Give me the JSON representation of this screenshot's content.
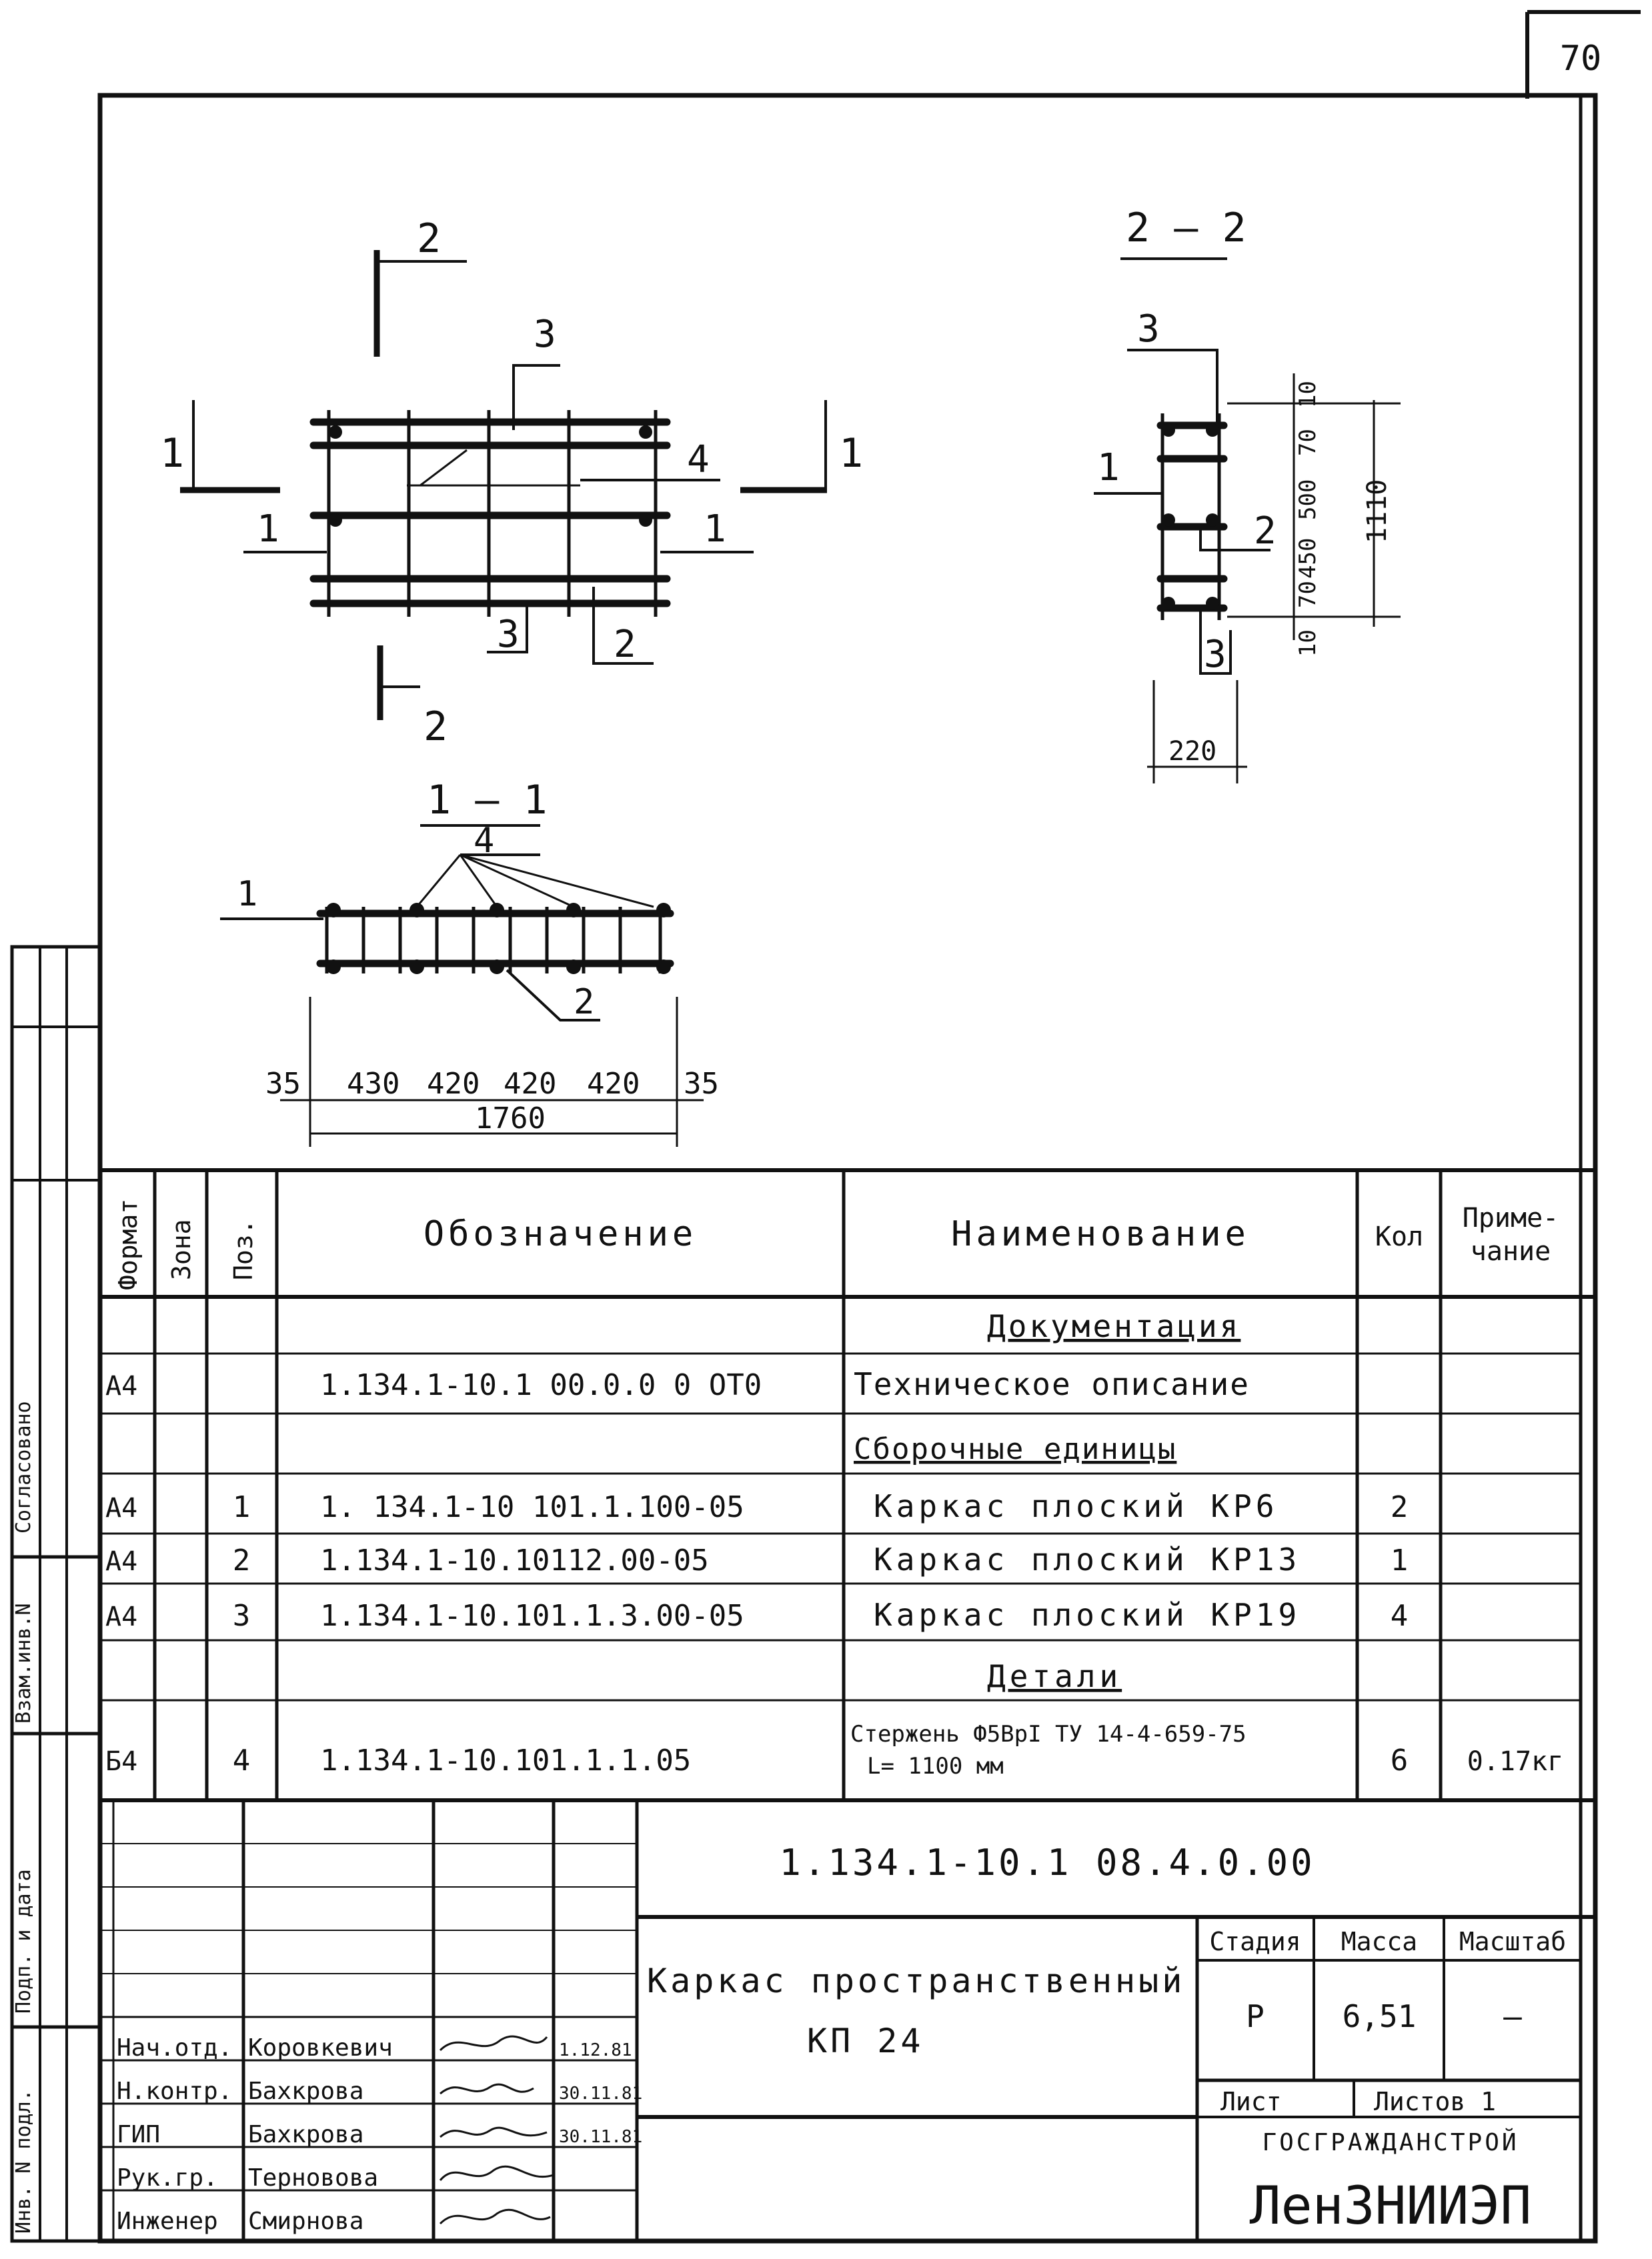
{
  "sheet": {
    "page_number": "70"
  },
  "drawing": {
    "plan": {
      "section_cut_top": "2",
      "section_cut_bottom": "2",
      "section_cut_left": "1",
      "section_cut_right": "1",
      "callout_3_top": "3",
      "callout_4": "4",
      "callout_1_left": "1",
      "callout_1_right": "1",
      "callout_3_bottom": "3",
      "callout_2": "2"
    },
    "section_2_2": {
      "title": "2 — 2",
      "callout_3_top": "3",
      "callout_1": "1",
      "callout_2": "2",
      "callout_3_bottom": "3",
      "dim_10_top": "10",
      "dim_70_top": "70",
      "dim_500": "500",
      "dim_450": "450",
      "dim_70_bottom": "70",
      "dim_10_bottom": "10",
      "dim_1110": "1110",
      "dim_220": "220"
    },
    "section_1_1": {
      "title": "1 — 1",
      "callout_4": "4",
      "callout_1": "1",
      "callout_2": "2",
      "dims": [
        "35",
        "430",
        "420",
        "420",
        "420",
        "35"
      ],
      "dim_total": "1760"
    }
  },
  "spec_table": {
    "headers": {
      "format": "Формат",
      "zone": "Зона",
      "pos": "Поз.",
      "designation": "Обозначение",
      "name": "Наименование",
      "qty": "Кол",
      "note_line1": "Приме-",
      "note_line2": "чание"
    },
    "rows": [
      {
        "format": "",
        "pos": "",
        "designation": "",
        "name": "Документация",
        "qty": "",
        "note": ""
      },
      {
        "format": "А4",
        "pos": "",
        "designation": "1.134.1-10.1 00.0.0 0 ОТ0",
        "name": "Техническое описание",
        "qty": "",
        "note": ""
      },
      {
        "format": "",
        "pos": "",
        "designation": "",
        "name": "Сборочные единицы",
        "qty": "",
        "note": ""
      },
      {
        "format": "А4",
        "pos": "1",
        "designation": "1. 134.1-10 101.1.100-05",
        "name": "Каркас плоский КР6",
        "qty": "2",
        "note": ""
      },
      {
        "format": "А4",
        "pos": "2",
        "designation": "1.134.1-10.10112.00-05",
        "name": "Каркас плоский КР13",
        "qty": "1",
        "note": ""
      },
      {
        "format": "А4",
        "pos": "3",
        "designation": "1.134.1-10.101.1.3.00-05",
        "name": "Каркас плоский КР19",
        "qty": "4",
        "note": ""
      },
      {
        "format": "",
        "pos": "",
        "designation": "",
        "name": "Детали",
        "qty": "",
        "note": ""
      },
      {
        "format": "Б4",
        "pos": "4",
        "designation": "1.134.1-10.101.1.1.05",
        "name": "Стержень Ф5ВрI ТУ 14-4-659-75",
        "name_line2": "L= 1100 мм",
        "qty": "6",
        "note": "0.17кг"
      }
    ]
  },
  "left_margin": {
    "inv_n_podl": "Инв. N подл.",
    "podp_i_data": "Подп. и дата",
    "vzam_inv_n": "Взам.инв.N",
    "upper_stamp": "Согласовано"
  },
  "title_block": {
    "document_code": "1.134.1-10.1 08.4.0.00",
    "title_line1": "Каркас пространственный",
    "title_line2": "КП 24",
    "stage_label": "Стадия",
    "mass_label": "Масса",
    "scale_label": "Масштаб",
    "stage_value": "Р",
    "mass_value": "6,51",
    "scale_value": "—",
    "sheet_label": "Лист",
    "sheets_label": "Листов 1",
    "org_line": "ГОСГРАЖДАНСТРОЙ",
    "institute": "ЛенЗНИИЭП",
    "signatures": [
      {
        "role": "Нач.отд.",
        "name": "Коровкевич",
        "date": "1.12.81"
      },
      {
        "role": "Н.контр.",
        "name": "Бахкрова",
        "date": "30.11.81"
      },
      {
        "role": "ГИП",
        "name": "Бахкрова",
        "date": "30.11.81"
      },
      {
        "role": "Рук.гр.",
        "name": "Терновова",
        "date": ""
      },
      {
        "role": "Инженер",
        "name": "Смирнова",
        "date": ""
      }
    ]
  }
}
